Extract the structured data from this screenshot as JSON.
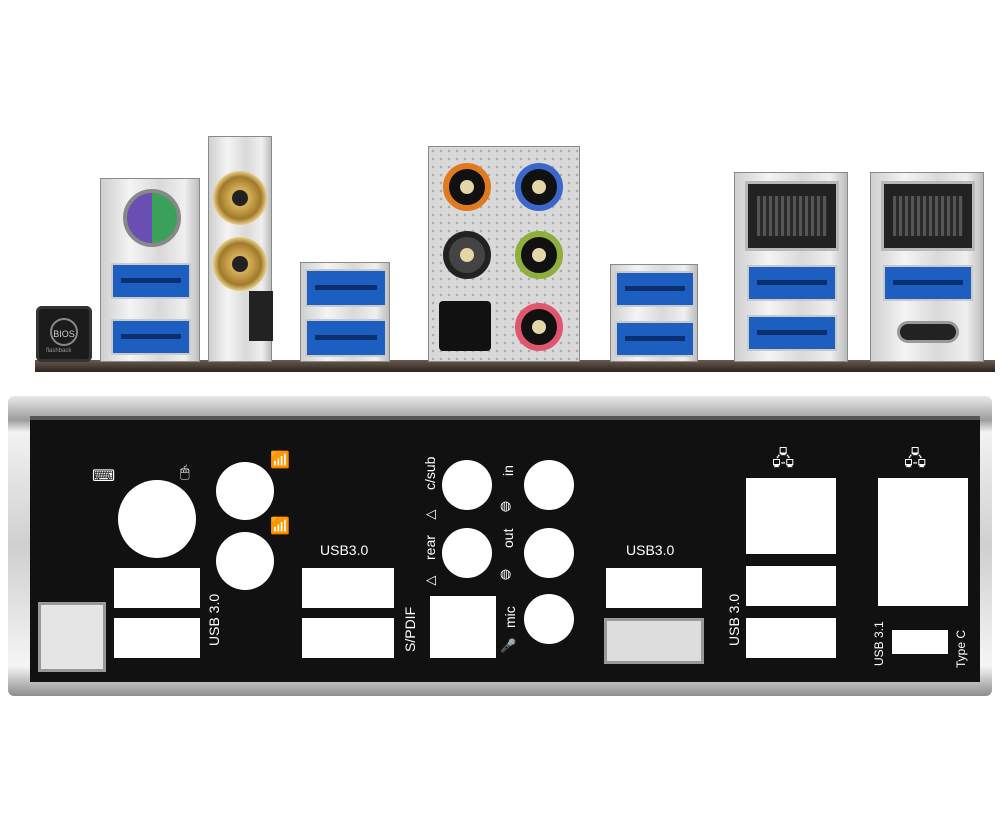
{
  "panel": {
    "bios_button": "BIOS",
    "bios_sub": "flashback"
  },
  "shield": {
    "usb30_left_vertical": "USB 3.0",
    "usb30_mid": "USB3.0",
    "csub": "c/sub",
    "in": "in",
    "rear": "rear",
    "out": "out",
    "spdif": "S/PDIF",
    "mic": "mic",
    "usb30_right": "USB3.0",
    "usb30_right_vertical": "USB 3.0",
    "usb31": "USB 3.1",
    "typec": "Type C"
  },
  "colors": {
    "usb_blue": "#1d5fc0",
    "audio_orange": "#e07a1f",
    "audio_blue": "#3a67c9",
    "audio_black": "#222222",
    "audio_green": "#8fae3c",
    "audio_pink": "#e0566f",
    "ps2_purple": "#6a4fb3",
    "ps2_green": "#3aa05a"
  },
  "icons": [
    "keyboard-icon",
    "mouse-icon",
    "wifi-antenna-icon",
    "network-icon",
    "speaker-icon",
    "headphone-icon",
    "microphone-icon"
  ]
}
